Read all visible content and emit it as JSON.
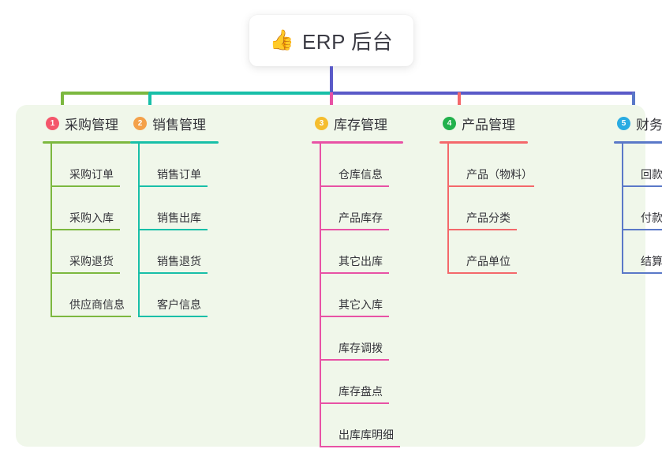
{
  "diagram": {
    "type": "mind-map",
    "background_color": "#ffffff",
    "panel_color": "#f0f7ea",
    "root": {
      "icon": "thumbs-up-icon",
      "emoji": "👍",
      "title": "ERP 后台"
    },
    "trunk_color": "#5a5ac8",
    "branch_bar_segments": [
      {
        "color": "#7cb83f",
        "from": 78,
        "to": 190
      },
      {
        "color": "#18bfa8",
        "from": 190,
        "to": 420
      },
      {
        "color": "#5a5ac8",
        "from": 420,
        "to": 804
      }
    ],
    "columns": [
      {
        "number": "1",
        "title": "采购管理",
        "badge_color": "#f4566b",
        "line_color": "#7cb83f",
        "drop_color": "#7cb83f",
        "rule_width": 112,
        "children": [
          {
            "label": "采购订单",
            "rule_width": 88
          },
          {
            "label": "采购入库",
            "rule_width": 88
          },
          {
            "label": "采购退货",
            "rule_width": 88
          },
          {
            "label": "供应商信息",
            "rule_width": 102
          }
        ]
      },
      {
        "number": "2",
        "title": "销售管理",
        "badge_color": "#f4a14a",
        "line_color": "#18bfa8",
        "drop_color": "#18bfa8",
        "rule_width": 112,
        "children": [
          {
            "label": "销售订单",
            "rule_width": 88
          },
          {
            "label": "销售出库",
            "rule_width": 88
          },
          {
            "label": "销售退货",
            "rule_width": 88
          },
          {
            "label": "客户信息",
            "rule_width": 88
          }
        ]
      },
      {
        "number": "3",
        "title": "库存管理",
        "badge_color": "#f5bd2e",
        "line_color": "#e852a5",
        "drop_color": "#e852a5",
        "rule_width": 116,
        "children": [
          {
            "label": "仓库信息",
            "rule_width": 88
          },
          {
            "label": "产品库存",
            "rule_width": 88
          },
          {
            "label": "其它出库",
            "rule_width": 88
          },
          {
            "label": "其它入库",
            "rule_width": 88
          },
          {
            "label": "库存调拨",
            "rule_width": 88
          },
          {
            "label": "库存盘点",
            "rule_width": 88
          },
          {
            "label": "出库库明细",
            "rule_width": 102
          }
        ]
      },
      {
        "number": "4",
        "title": "产品管理",
        "badge_color": "#22b14c",
        "line_color": "#f4686b",
        "drop_color": "#f4686b",
        "rule_width": 112,
        "children": [
          {
            "label": "产品（物料）",
            "rule_width": 110
          },
          {
            "label": "产品分类",
            "rule_width": 88
          },
          {
            "label": "产品单位",
            "rule_width": 88
          }
        ]
      },
      {
        "number": "5",
        "title": "财务管理",
        "badge_color": "#29abe2",
        "line_color": "#5a78c8",
        "drop_color": "#5a78c8",
        "rule_width": 112,
        "children": [
          {
            "label": "回款单",
            "rule_width": 72
          },
          {
            "label": "付款单",
            "rule_width": 72
          },
          {
            "label": "结算账户",
            "rule_width": 86
          }
        ]
      }
    ]
  }
}
